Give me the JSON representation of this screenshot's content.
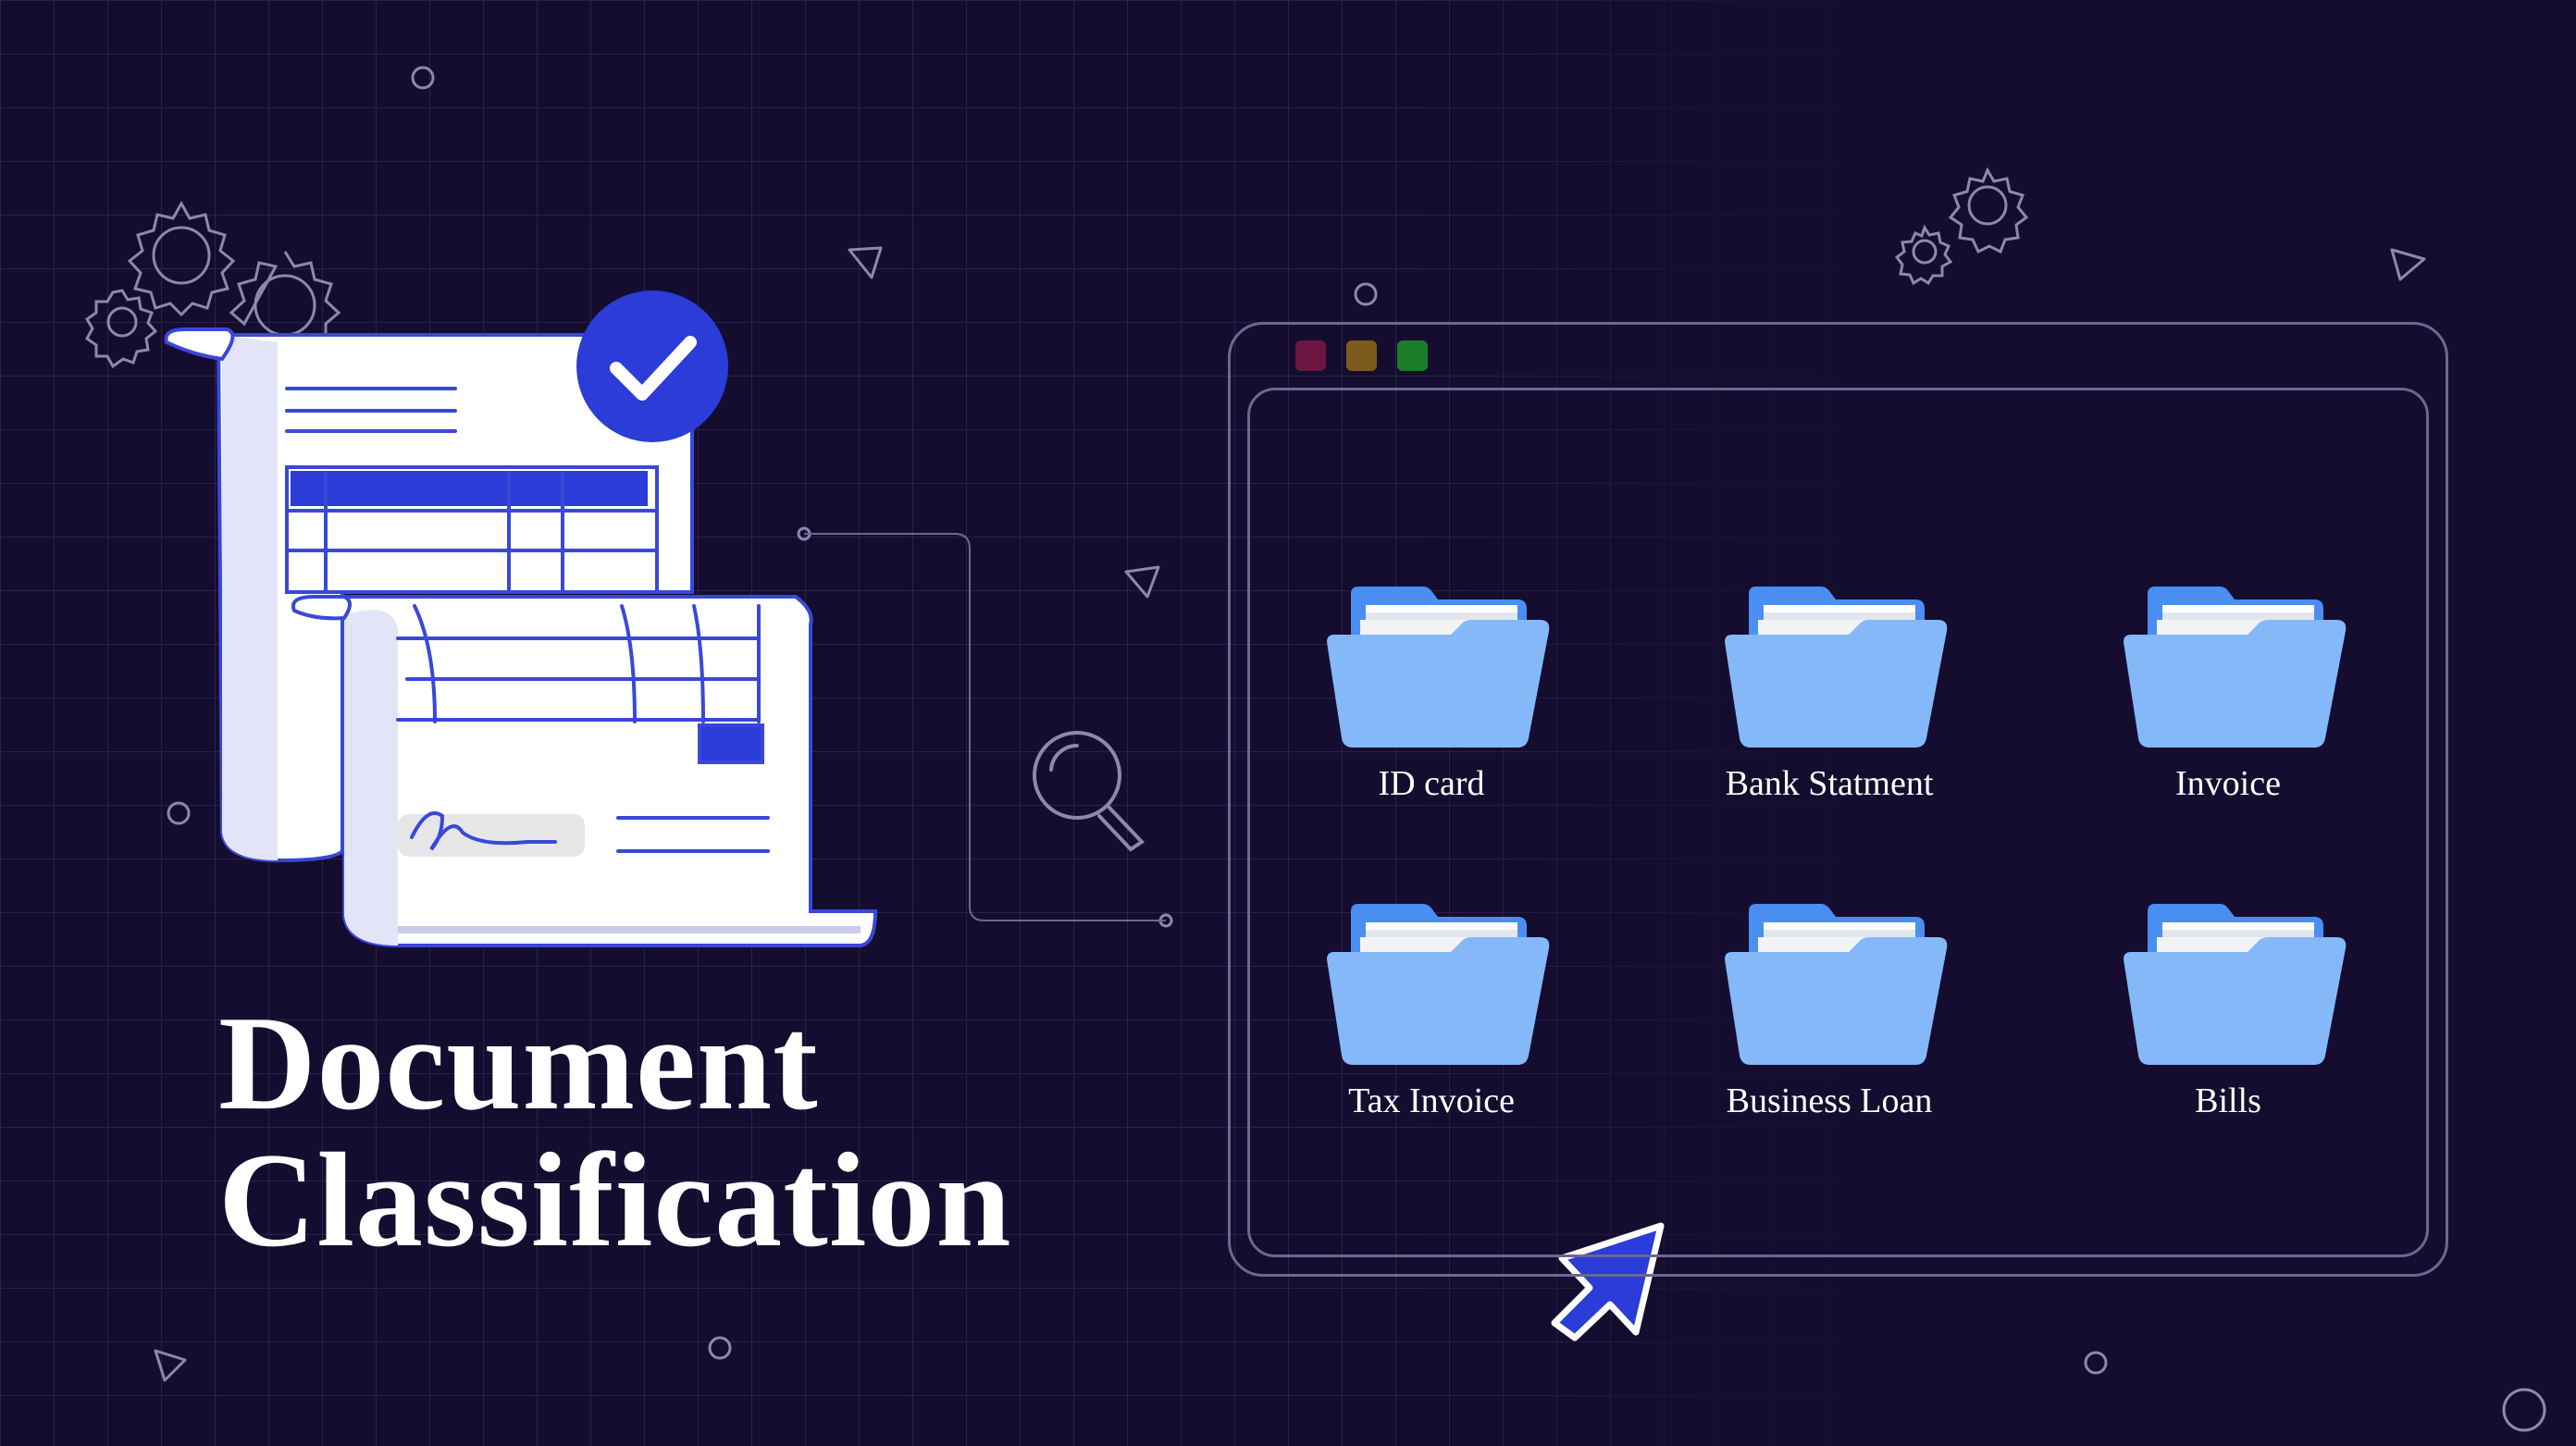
{
  "title": {
    "line1": "Document",
    "line2": "Classification"
  },
  "window": {
    "traffic_lights": [
      "#6d1642",
      "#7c5b1d",
      "#1b7d2a"
    ],
    "folders": [
      {
        "label": "ID card"
      },
      {
        "label": "Bank Statment"
      },
      {
        "label": "Invoice"
      },
      {
        "label": "Tax Invoice"
      },
      {
        "label": "Business Loan"
      },
      {
        "label": "Bills"
      }
    ]
  },
  "colors": {
    "background": "#150d2f",
    "accent": "#2b3cd8",
    "folder_front": "#85b8f9",
    "folder_back": "#4a8ef2",
    "line": "#6e6693"
  },
  "icons": {
    "document": "document-icon",
    "check": "check-badge-icon",
    "search": "magnifier-icon",
    "cursor": "cursor-arrow-icon",
    "gears": "gears-icon",
    "folder": "folder-icon"
  }
}
